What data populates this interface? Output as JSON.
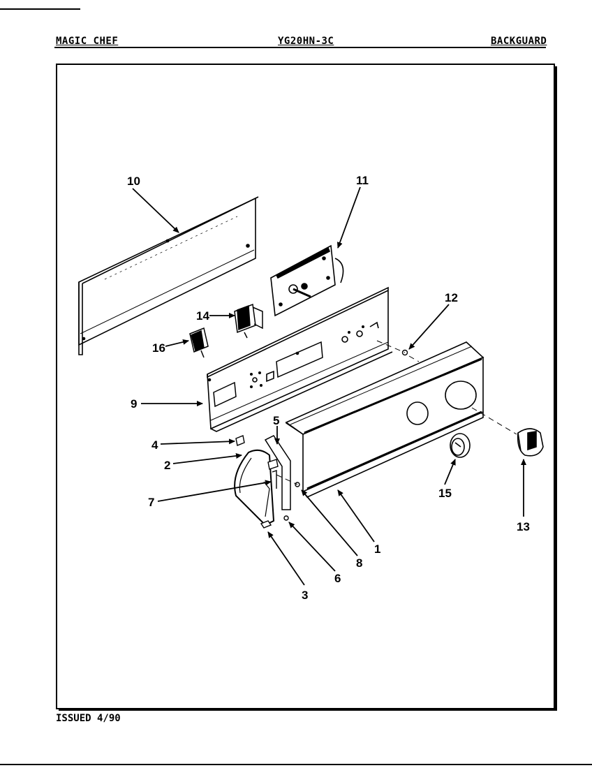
{
  "header": {
    "brand": "MAGIC CHEF",
    "model": "YG20HN-3C",
    "section": "BACKGUARD"
  },
  "footer": {
    "issued": "ISSUED 4/90"
  },
  "diagram": {
    "callouts": [
      {
        "id": "10",
        "label": "10"
      },
      {
        "id": "11",
        "label": "11"
      },
      {
        "id": "12",
        "label": "12"
      },
      {
        "id": "14",
        "label": "14"
      },
      {
        "id": "16",
        "label": "16"
      },
      {
        "id": "9",
        "label": "9"
      },
      {
        "id": "5",
        "label": "5"
      },
      {
        "id": "4",
        "label": "4"
      },
      {
        "id": "2",
        "label": "2"
      },
      {
        "id": "7",
        "label": "7"
      },
      {
        "id": "15",
        "label": "15"
      },
      {
        "id": "13",
        "label": "13"
      },
      {
        "id": "1",
        "label": "1"
      },
      {
        "id": "8",
        "label": "8"
      },
      {
        "id": "6",
        "label": "6"
      },
      {
        "id": "3",
        "label": "3"
      }
    ]
  }
}
